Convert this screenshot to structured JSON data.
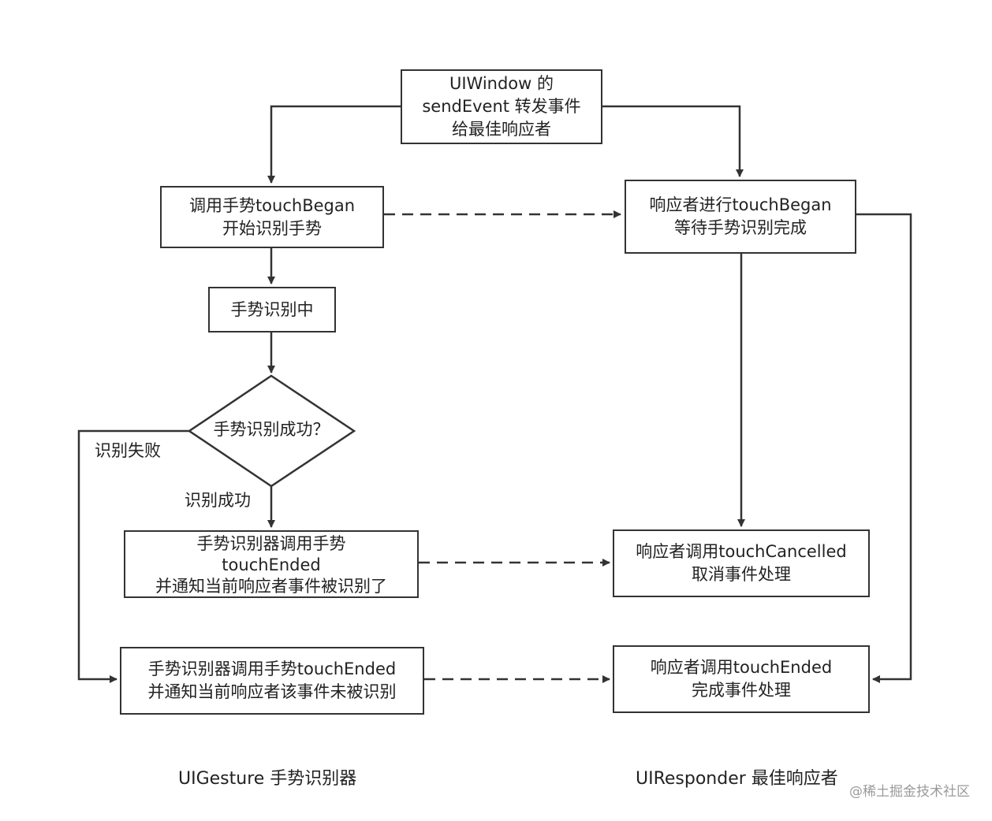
{
  "nodes": {
    "window": {
      "lines": [
        "UIWindow 的",
        "sendEvent 转发事件",
        "给最佳响应者"
      ]
    },
    "gesture_began": {
      "lines": [
        "调用手势touchBegan",
        "开始识别手势"
      ]
    },
    "responder_began": {
      "lines": [
        "响应者进行touchBegan",
        "等待手势识别完成"
      ]
    },
    "recognizing": {
      "lines": [
        "手势识别中"
      ]
    },
    "decision": {
      "text": "手势识别成功？"
    },
    "gesture_success": {
      "lines": [
        "手势识别器调用手势",
        "touchEnded",
        "并通知当前响应者事件被识别了"
      ]
    },
    "responder_cancelled": {
      "lines": [
        "响应者调用touchCancelled",
        "取消事件处理"
      ]
    },
    "gesture_fail": {
      "lines": [
        "手势识别器调用手势touchEnded",
        "并通知当前响应者该事件未被识别"
      ]
    },
    "responder_ended": {
      "lines": [
        "响应者调用touchEnded",
        "完成事件处理"
      ]
    }
  },
  "edge_labels": {
    "fail": "识别失败",
    "success": "识别成功"
  },
  "lanes": {
    "left": "UIGesture 手势识别器",
    "right": "UIResponder 最佳响应者"
  },
  "watermark": "@稀土掘金技术社区",
  "colors": {
    "stroke": "#333333",
    "background": "#ffffff"
  }
}
